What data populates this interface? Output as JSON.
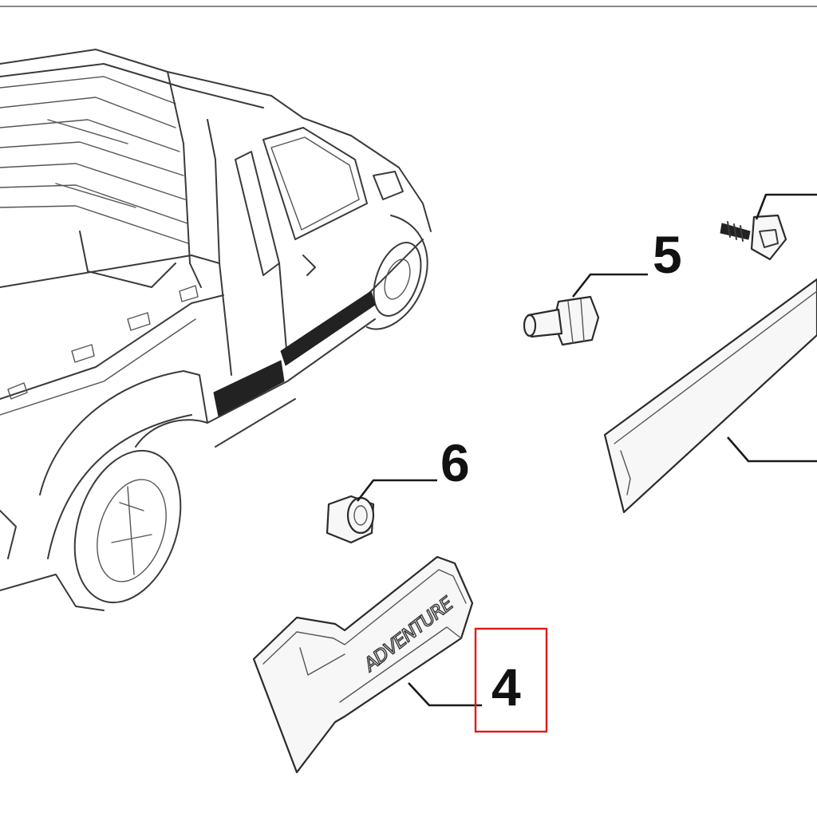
{
  "diagram": {
    "callouts": [
      {
        "id": "4",
        "label": "4",
        "highlighted": true
      },
      {
        "id": "5",
        "label": "5",
        "highlighted": false
      },
      {
        "id": "6",
        "label": "6",
        "highlighted": false
      }
    ],
    "part_4_emboss": "ADVENTURE",
    "highlight_color": "#e01a1a"
  }
}
